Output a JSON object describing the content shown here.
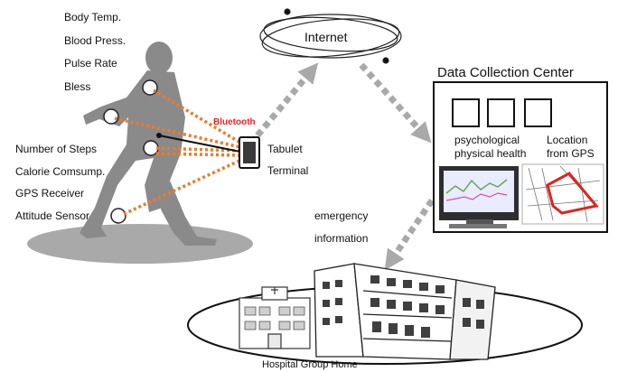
{
  "colors": {
    "wireless_link": "#f07a2a",
    "arrow": "#a9a9a9",
    "bluetooth_label": "#ff1e1e",
    "gps_route": "#e2231a",
    "silhouette": "#8a8a8a",
    "shadow": "#9a9a9a"
  },
  "sensors": {
    "body_temp": "Body Temp.",
    "blood_press": "Blood Press.",
    "pulse_rate": "Pulse Rate",
    "bless": "Bless",
    "steps": "Number of Steps",
    "calorie": "Calorie Comsump.",
    "gps": "GPS Receiver",
    "attitude": "Attitude Sensor"
  },
  "bluetooth": "Bluetooth",
  "terminal": {
    "line1": "Tabulet",
    "line2": "Terminal"
  },
  "internet": "Internet",
  "data_center": {
    "title": "Data Collection Center",
    "label_psych_1": "psychological",
    "label_psych_2": "physical health",
    "label_loc_1": "Location",
    "label_loc_2": "from GPS"
  },
  "emergency": {
    "line1": "emergency",
    "line2": "information"
  },
  "facility": "Hospital Group Home",
  "icons": [
    "walking-person-icon",
    "tablet-icon",
    "internet-orbit-icon",
    "computer-monitor-icon",
    "map-icon",
    "hospital-icon",
    "group-home-building-icon"
  ]
}
